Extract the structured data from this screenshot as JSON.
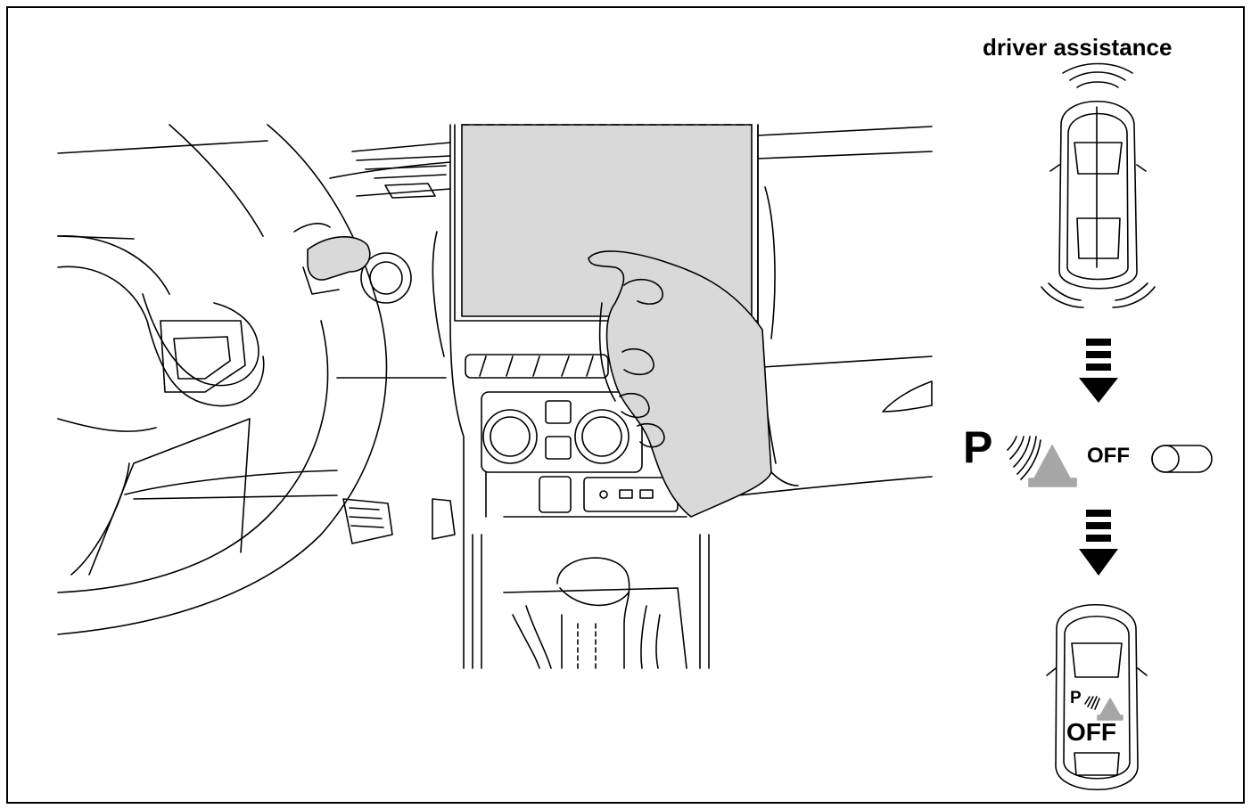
{
  "header": {
    "title": "driver assistance"
  },
  "step_panel": {
    "parking_symbol": "P",
    "status_text": "OFF",
    "result_symbol": "P",
    "result_status": "OFF"
  },
  "icons": {
    "car_sensors": "car-with-sensor-waves-icon",
    "arrow": "down-arrow-icon",
    "parking_sensor": "parking-sensor-icon",
    "toggle": "toggle-switch-off-icon",
    "car_off": "car-with-parking-sensor-off-icon"
  },
  "colors": {
    "line": "#000000",
    "shade": "#d9d9d9",
    "triangle": "#a6a6a6"
  }
}
